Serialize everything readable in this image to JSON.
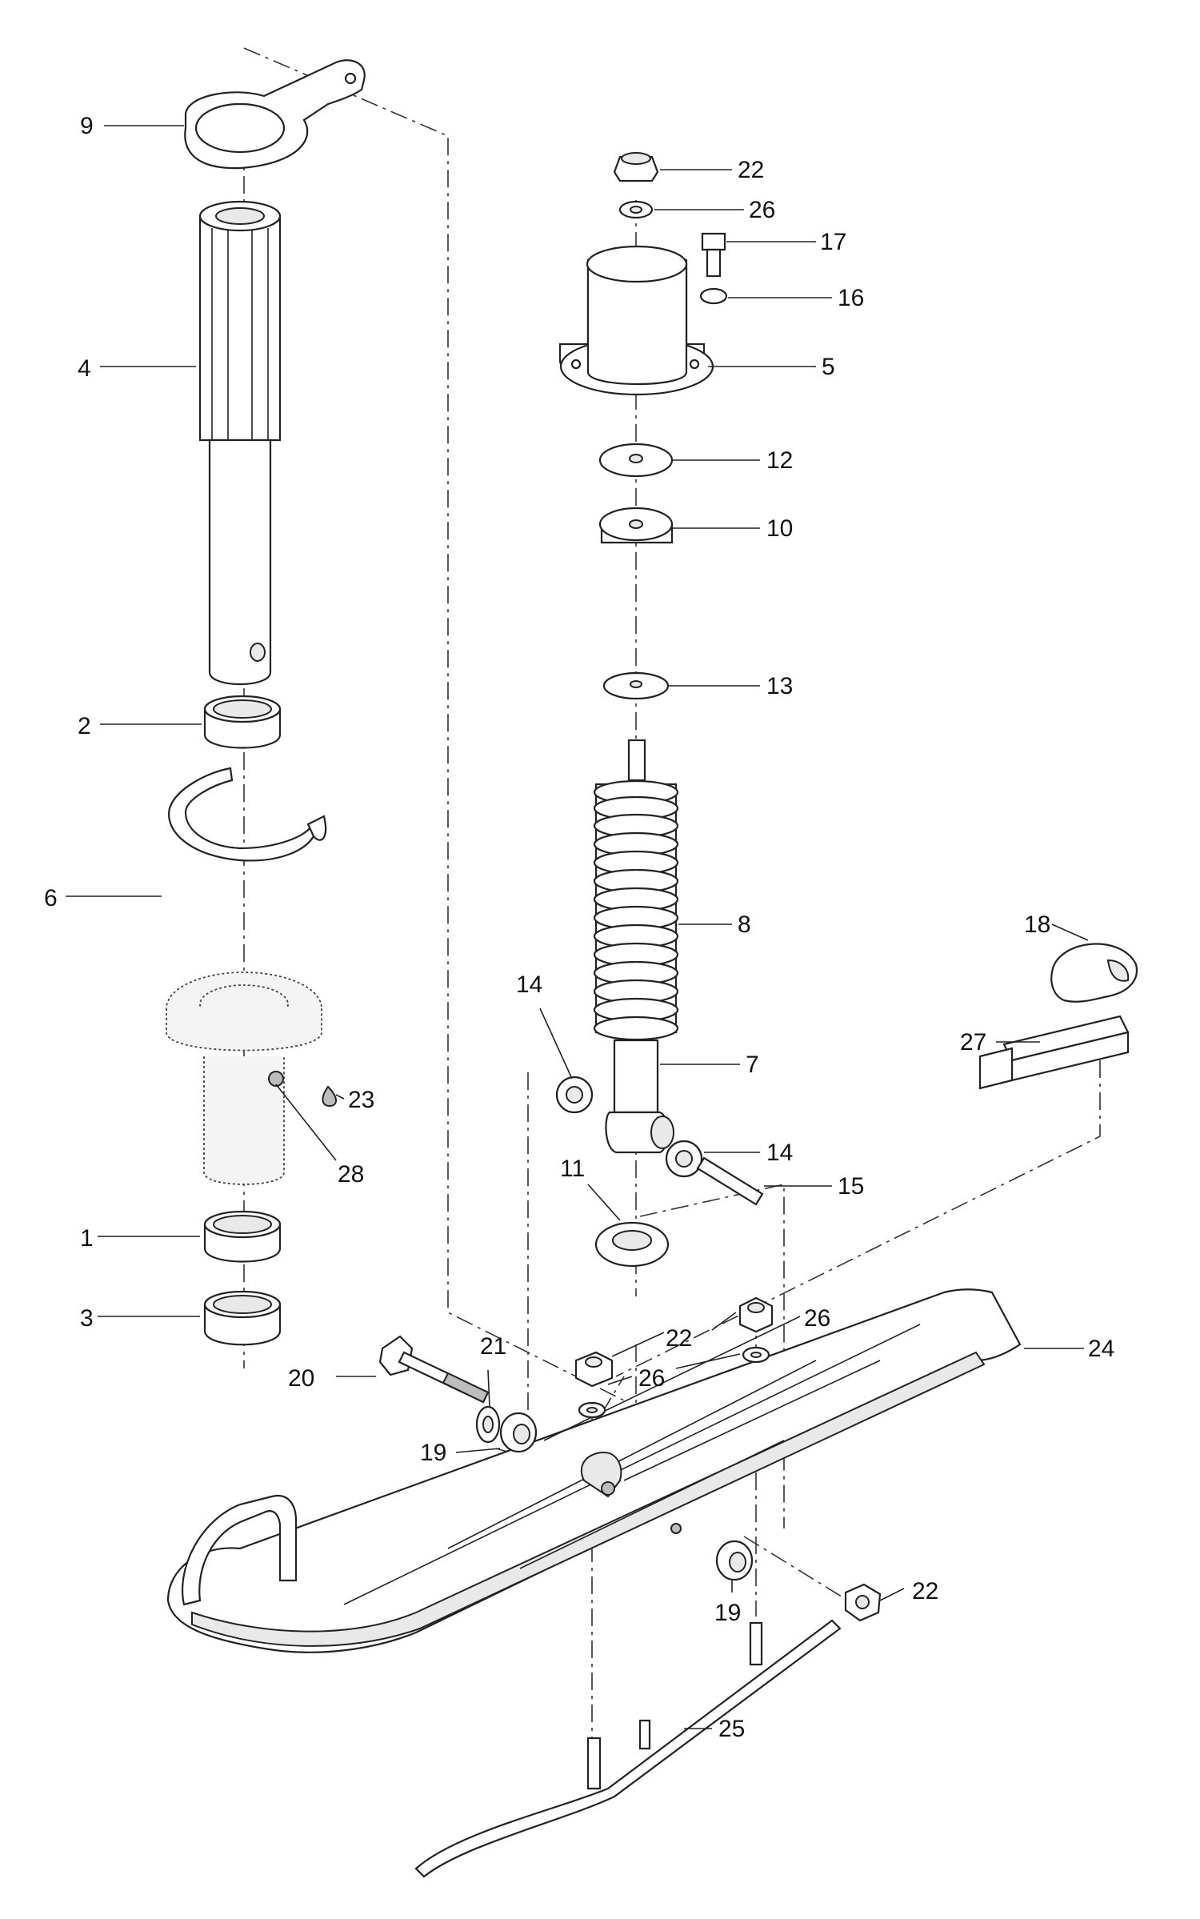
{
  "callouts": [
    {
      "id": "9",
      "text": "9"
    },
    {
      "id": "4",
      "text": "4"
    },
    {
      "id": "2",
      "text": "2"
    },
    {
      "id": "6",
      "text": "6"
    },
    {
      "id": "1",
      "text": "1"
    },
    {
      "id": "3",
      "text": "3"
    },
    {
      "id": "23",
      "text": "23"
    },
    {
      "id": "28",
      "text": "28"
    },
    {
      "id": "22a",
      "text": "22"
    },
    {
      "id": "26a",
      "text": "26"
    },
    {
      "id": "17",
      "text": "17"
    },
    {
      "id": "16",
      "text": "16"
    },
    {
      "id": "5",
      "text": "5"
    },
    {
      "id": "12",
      "text": "12"
    },
    {
      "id": "10",
      "text": "10"
    },
    {
      "id": "13",
      "text": "13"
    },
    {
      "id": "8",
      "text": "8"
    },
    {
      "id": "7",
      "text": "7"
    },
    {
      "id": "14a",
      "text": "14"
    },
    {
      "id": "14b",
      "text": "14"
    },
    {
      "id": "15",
      "text": "15"
    },
    {
      "id": "11",
      "text": "11"
    },
    {
      "id": "18",
      "text": "18"
    },
    {
      "id": "27",
      "text": "27"
    },
    {
      "id": "22b",
      "text": "22"
    },
    {
      "id": "26b",
      "text": "26"
    },
    {
      "id": "26c",
      "text": "26"
    },
    {
      "id": "24",
      "text": "24"
    },
    {
      "id": "20",
      "text": "20"
    },
    {
      "id": "21",
      "text": "21"
    },
    {
      "id": "19a",
      "text": "19"
    },
    {
      "id": "19b",
      "text": "19"
    },
    {
      "id": "22c",
      "text": "22"
    },
    {
      "id": "25",
      "text": "25"
    }
  ],
  "colors": {
    "ink": "#222222",
    "paper": "#ffffff",
    "shade": "#e9e9e9"
  }
}
